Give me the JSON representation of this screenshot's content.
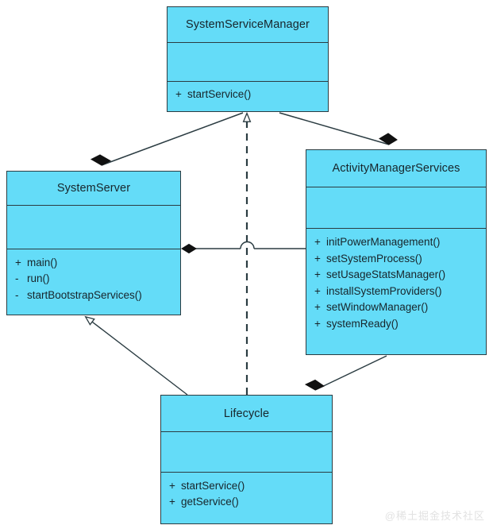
{
  "diagram": {
    "type": "uml-class-diagram",
    "background": "#ffffff",
    "class_fill": "#64dcf8",
    "class_border": "#2b3c42",
    "text_color": "#17252b",
    "classes": [
      {
        "id": "SystemServiceManager",
        "name": "SystemServiceManager",
        "attributes": [],
        "operations": [
          {
            "visibility": "+",
            "signature": "startService()"
          }
        ]
      },
      {
        "id": "SystemServer",
        "name": "SystemServer",
        "attributes": [],
        "operations": [
          {
            "visibility": "+",
            "signature": "main()"
          },
          {
            "visibility": "-",
            "signature": "run()"
          },
          {
            "visibility": "-",
            "signature": "startBootstrapServices()"
          }
        ]
      },
      {
        "id": "ActivityManagerServices",
        "name": "ActivityManagerServices",
        "attributes": [],
        "operations": [
          {
            "visibility": "+",
            "signature": "initPowerManagement()"
          },
          {
            "visibility": "+",
            "signature": "setSystemProcess()"
          },
          {
            "visibility": "+",
            "signature": "setUsageStatsManager()"
          },
          {
            "visibility": "+",
            "signature": "installSystemProviders()"
          },
          {
            "visibility": "+",
            "signature": "setWindowManager()"
          },
          {
            "visibility": "+",
            "signature": "systemReady()"
          }
        ]
      },
      {
        "id": "Lifecycle",
        "name": "Lifecycle",
        "attributes": [],
        "operations": [
          {
            "visibility": "+",
            "signature": "startService()"
          },
          {
            "visibility": "+",
            "signature": "getService()"
          }
        ]
      }
    ],
    "relations": [
      {
        "id": "rel-ssm-ss",
        "kind": "composition",
        "from": "SystemServer",
        "to": "SystemServiceManager"
      },
      {
        "id": "rel-ssm-ams",
        "kind": "composition",
        "from": "ActivityManagerServices",
        "to": "SystemServiceManager"
      },
      {
        "id": "rel-ss-ams",
        "kind": "composition",
        "from": "SystemServer",
        "to": "ActivityManagerServices"
      },
      {
        "id": "rel-lc-ss",
        "kind": "generalization",
        "from": "Lifecycle",
        "to": "SystemServer"
      },
      {
        "id": "rel-lc-ssm",
        "kind": "realization",
        "from": "Lifecycle",
        "to": "SystemServiceManager"
      },
      {
        "id": "rel-ams-lc",
        "kind": "composition",
        "from": "Lifecycle",
        "to": "ActivityManagerServices"
      }
    ]
  },
  "watermark": {
    "text": "@稀土掘金技术社区"
  }
}
